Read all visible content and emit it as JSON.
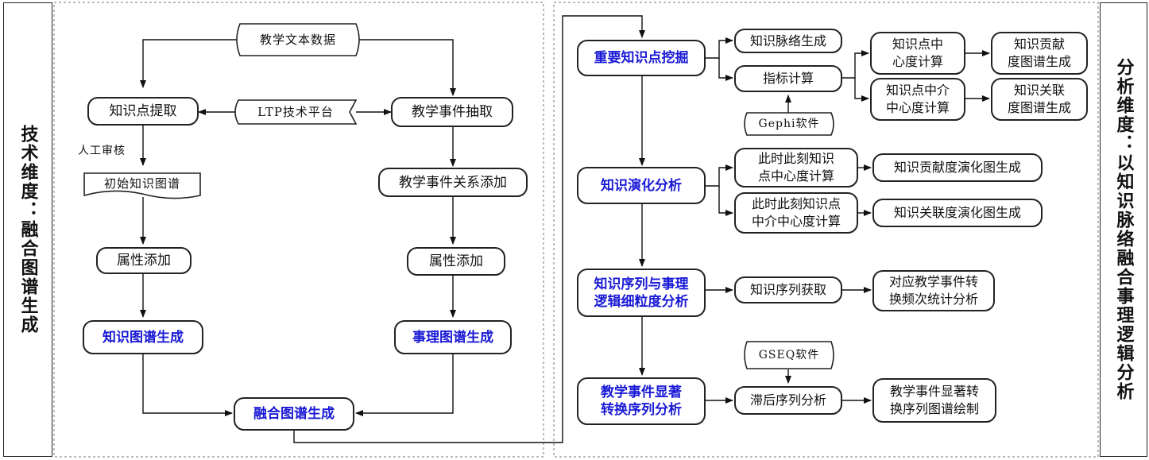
{
  "left_label": "技术维度：融合图谱生成",
  "right_label": "分析维度：以知识脉络融合事理逻辑分析",
  "left": {
    "teaching_text_data": "教学文本数据",
    "ltp_platform": "LTP技术平台",
    "knowledge_point_extraction": "知识点提取",
    "teaching_event_extraction": "教学事件抽取",
    "manual_review": "人工审核",
    "initial_graph": "初始知识图谱",
    "event_relation_adding": "教学事件关系添加",
    "attr_add_left": "属性添加",
    "attr_add_right": "属性添加",
    "knowledge_graph_gen": "知识图谱生成",
    "event_graph_gen": "事理图谱生成",
    "fusion_graph_gen": "融合图谱生成"
  },
  "right": {
    "important_mining": "重要知识点挖掘",
    "context_gen": "知识脉络生成",
    "indicator_calc": "指标计算",
    "gephi_software": "Gephi软件",
    "point_centrality": "知识点中\n心度计算",
    "point_betweenness": "知识点中介\n中心度计算",
    "contribution_graph": "知识贡献\n度图谱生成",
    "association_graph": "知识关联\n度图谱生成",
    "evolution_analysis": "知识演化分析",
    "moment_centrality": "此时此刻知识\n点中心度计算",
    "moment_betweenness": "此时此刻知识点\n中介中心度计算",
    "contribution_evolution": "知识贡献度演化图生成",
    "association_evolution": "知识关联度演化图生成",
    "sequence_analysis": "知识序列与事理\n逻辑细粒度分析",
    "sequence_acquire": "知识序列获取",
    "transition_stats": "对应教学事件转\n换频次统计分析",
    "significant_analysis": "教学事件显著\n转换序列分析",
    "gseq_software": "GSEQ软件",
    "lag_analysis": "滞后序列分析",
    "significant_drawing": "教学事件显著转\n换序列图谱绘制"
  }
}
